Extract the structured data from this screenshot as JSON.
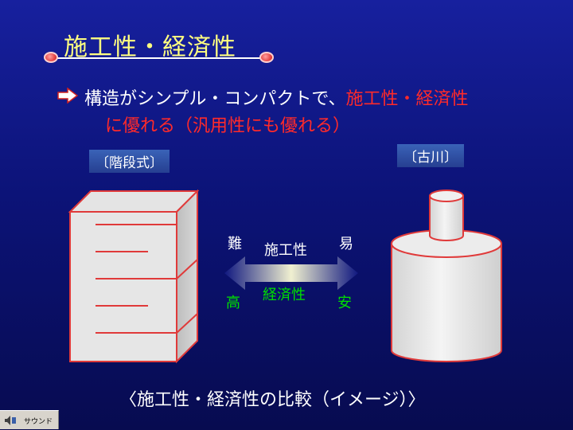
{
  "title": "施工性・経済性",
  "bullet": {
    "line1_a": "構造がシンプル・コンパクトで、",
    "line1_b": "施工性・経済性",
    "line2": "に優れる（汎用性にも優れる）"
  },
  "tags": {
    "left": "〔階段式〕",
    "right": "〔古川〕"
  },
  "compare": {
    "top_left": "難",
    "top_center": "施工性",
    "top_right": "易",
    "bottom_left": "高",
    "bottom_center": "経済性",
    "bottom_right": "安"
  },
  "caption": "〈施工性・経済性の比較（イメージ）〉",
  "sound_button": "サウンド",
  "colors": {
    "title": "#ffff80",
    "emphasis": "#ff2a2a",
    "top_label": "#ffffff",
    "bottom_label": "#00e000",
    "shape_fill": "#e6e6e6",
    "shape_edge": "#e03a3a"
  }
}
